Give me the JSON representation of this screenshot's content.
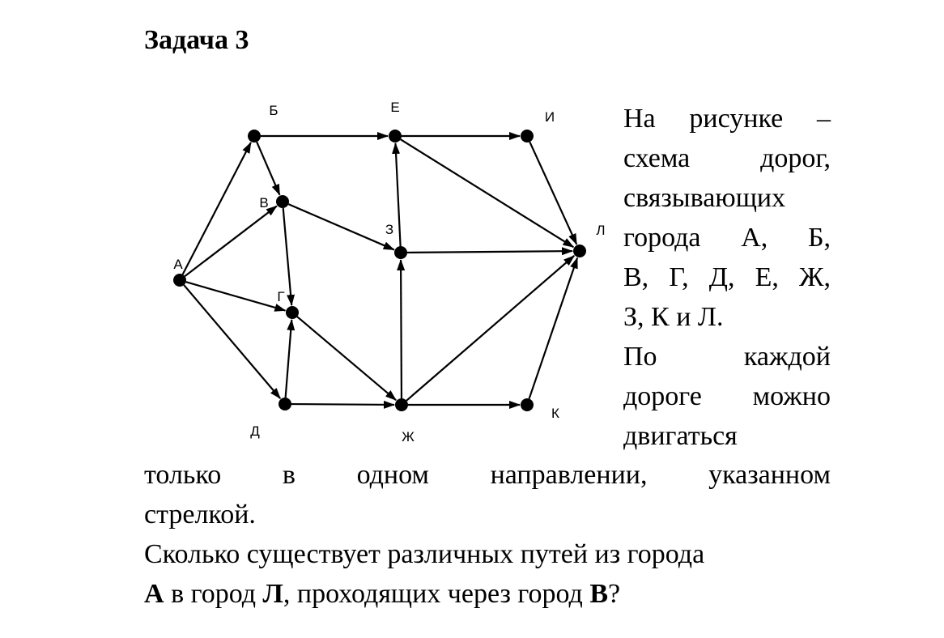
{
  "title": "Задача 3",
  "graph": {
    "nodes": [
      {
        "id": "A",
        "label": "А"
      },
      {
        "id": "B",
        "label": "Б"
      },
      {
        "id": "V",
        "label": "В"
      },
      {
        "id": "G",
        "label": "Г"
      },
      {
        "id": "D",
        "label": "Д"
      },
      {
        "id": "E",
        "label": "Е"
      },
      {
        "id": "Z",
        "label": "З"
      },
      {
        "id": "I",
        "label": "И"
      },
      {
        "id": "Zh",
        "label": "Ж"
      },
      {
        "id": "K",
        "label": "К"
      },
      {
        "id": "L",
        "label": "Л"
      }
    ],
    "edges": [
      [
        "A",
        "B"
      ],
      [
        "A",
        "V"
      ],
      [
        "A",
        "G"
      ],
      [
        "A",
        "D"
      ],
      [
        "B",
        "E"
      ],
      [
        "B",
        "V"
      ],
      [
        "V",
        "Z"
      ],
      [
        "V",
        "G"
      ],
      [
        "G",
        "Zh"
      ],
      [
        "D",
        "G"
      ],
      [
        "D",
        "Zh"
      ],
      [
        "E",
        "I"
      ],
      [
        "E",
        "L"
      ],
      [
        "I",
        "L"
      ],
      [
        "Z",
        "E"
      ],
      [
        "Z",
        "L"
      ],
      [
        "Zh",
        "Z"
      ],
      [
        "Zh",
        "L"
      ],
      [
        "Zh",
        "K"
      ],
      [
        "K",
        "L"
      ]
    ]
  },
  "text": {
    "side_lines": [
      "На рисунке –",
      "схема дорог,",
      "связывающих",
      "города А, Б,",
      "В, Г, Д, Е, Ж,",
      "З, К и Л.",
      "По каждой",
      "дороге можно",
      "двигаться"
    ],
    "line10": "только в одном направлении, указанном",
    "line11": "стрелкой.",
    "question_part1": "Сколько существует различных путей из города",
    "q_city_a": "А",
    "q_mid1": " в город ",
    "q_city_l": "Л",
    "q_mid2": ", проходящих через город ",
    "q_city_v": "В",
    "q_end": "?"
  }
}
